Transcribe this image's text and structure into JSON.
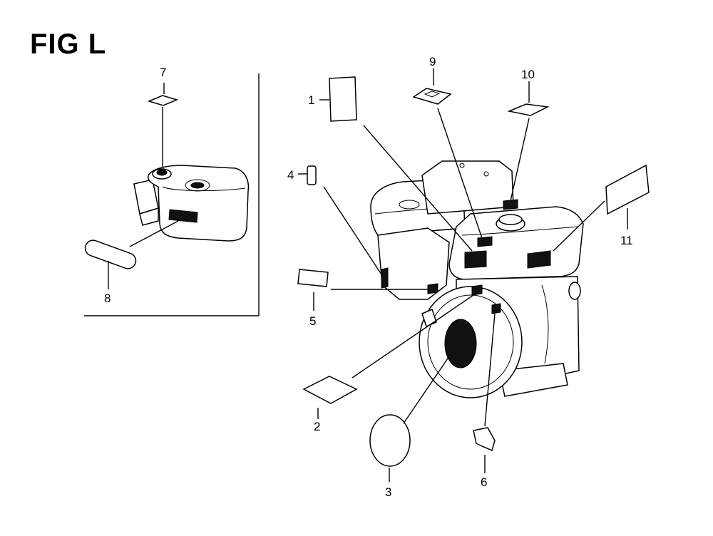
{
  "figure": {
    "title": "FIG L"
  },
  "callouts": [
    "1",
    "2",
    "3",
    "4",
    "5",
    "6",
    "7",
    "8",
    "9",
    "10",
    "11"
  ]
}
